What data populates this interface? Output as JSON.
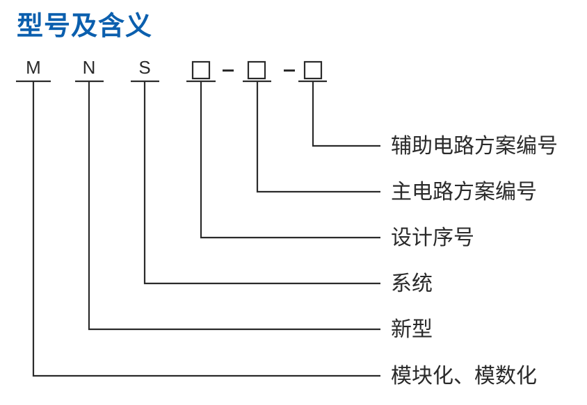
{
  "title": "型号及含义",
  "model_code": {
    "segments": [
      "M",
      "N",
      "S",
      "□",
      "□",
      "□"
    ],
    "separators": [
      "-",
      "-"
    ]
  },
  "meanings": [
    "辅助电路方案编号",
    "主电路方案编号",
    "设计序号",
    "系统",
    "新型",
    "模块化、模数化"
  ],
  "colors": {
    "title": "#0b5fae",
    "lines": "#2a2a2a"
  }
}
